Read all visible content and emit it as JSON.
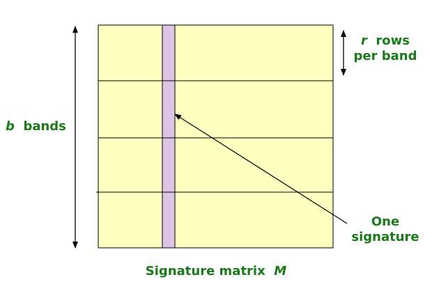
{
  "labels": {
    "rows_var": "r",
    "rows_line1": "rows",
    "rows_line2": "per band",
    "bands_var": "b",
    "bands_word": "bands",
    "signature_line1": "One",
    "signature_line2": "signature",
    "matrix_text": "Signature matrix",
    "matrix_var": "M"
  },
  "colors": {
    "matrix_fill": "#ffffc0",
    "signature_column_fill": "#dcc4e4",
    "line": "#000000",
    "label_text": "#1a7a1a"
  }
}
